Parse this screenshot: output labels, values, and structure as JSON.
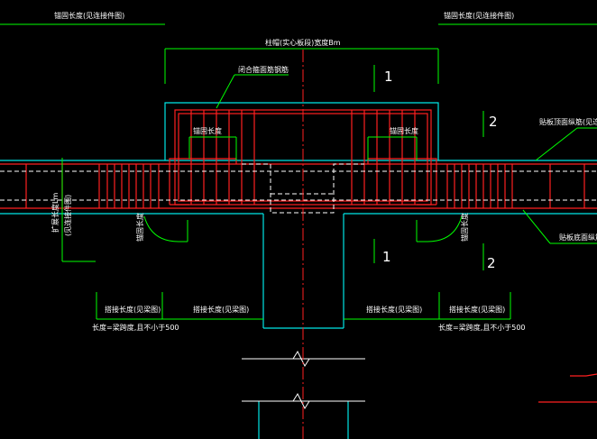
{
  "drawing": {
    "labels": {
      "top_left": "锚固长度(见连接件图)",
      "top_right": "锚固长度(见连接件图)",
      "width_dim": "柱帽(实心板段)宽度Bm",
      "closed_bar": "闭合箍面筋钢筋",
      "anchor_left": "锚固长度",
      "anchor_right": "锚固长度",
      "slab_top_bar": "贴板顶面纵筋(见连接件图)",
      "slab_bottom_bar": "贴板底面纵筋(见连接件图)",
      "vertical_left_1": "扩展长度Lm",
      "vertical_left_2": "(见连接件图)",
      "vertical_anchor_left": "锚固长度",
      "vertical_anchor_right": "锚固长度",
      "bottom_left_1": "搭接长度(见梁图)",
      "bottom_left_2": "搭接长度(见梁图)",
      "bottom_right_1": "搭接长度(见梁图)",
      "bottom_right_2": "搭接长度(见梁图)",
      "note_left": "长度=梁跨度,且不小于500",
      "note_right": "长度=梁跨度,且不小于500"
    },
    "section_marks": [
      "1",
      "2",
      "1",
      "2"
    ],
    "colors": {
      "background": "#000000",
      "outline": "#00e5e5",
      "rebar": "#ff2020",
      "dimension": "#00ff00",
      "centerline": "#ff2020",
      "text": "#ffffff",
      "white_line": "#ffffff"
    }
  }
}
